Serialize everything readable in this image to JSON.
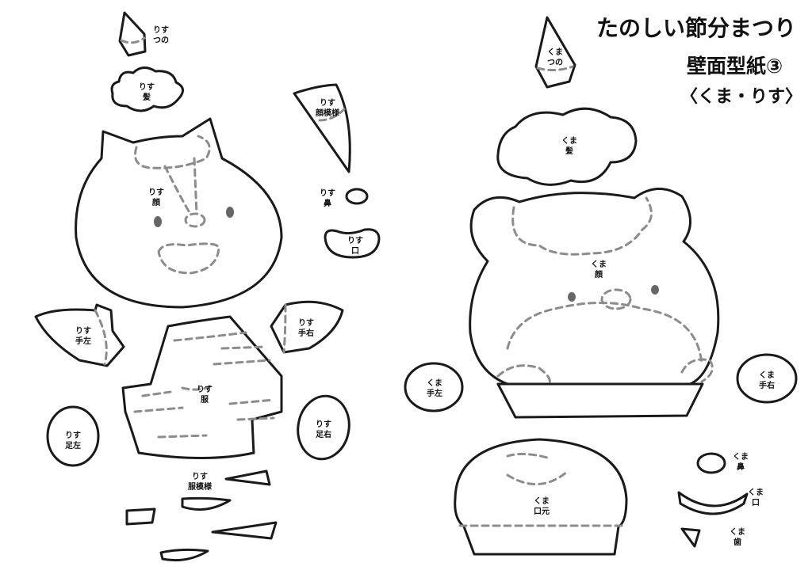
{
  "title": {
    "line1": "たのしい節分まつり",
    "line2": "壁面型紙③",
    "line3": "〈くま・りす〉"
  },
  "risu": {
    "horn": [
      "りす",
      "つの"
    ],
    "hair": [
      "りす",
      "髪"
    ],
    "face_pattern": [
      "りす",
      "顔模様"
    ],
    "nose": [
      "りす",
      "鼻"
    ],
    "face": [
      "りす",
      "顔"
    ],
    "mouth": [
      "りす",
      "口"
    ],
    "hand_left": [
      "りす",
      "手左"
    ],
    "hand_right": [
      "りす",
      "手右"
    ],
    "clothes": [
      "りす",
      "服"
    ],
    "foot_left": [
      "りす",
      "足左"
    ],
    "foot_right": [
      "りす",
      "足右"
    ],
    "clothes_pattern": [
      "りす",
      "服模様"
    ]
  },
  "kuma": {
    "horn": [
      "くま",
      "つの"
    ],
    "hair": [
      "くま",
      "髪"
    ],
    "face": [
      "くま",
      "顔"
    ],
    "hand_left": [
      "くま",
      "手左"
    ],
    "hand_right": [
      "くま",
      "手右"
    ],
    "nose": [
      "くま",
      "鼻"
    ],
    "mouth": [
      "くま",
      "口"
    ],
    "muzzle": [
      "くま",
      "口元"
    ],
    "teeth": [
      "くま",
      "歯"
    ]
  }
}
